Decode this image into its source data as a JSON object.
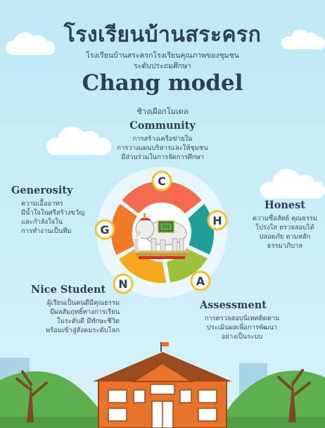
{
  "header": {
    "title": "โรงเรียนบ้านสระครก",
    "subtitle_line1": "โรงเรียนบ้านสระครกโรงเรียนคุณภาพของชุมชน",
    "subtitle_line2": "ระดับประถมศึกษา",
    "model_name": "Chang model",
    "model_subtitle": "ช้างเผือกโมเดล"
  },
  "sections": {
    "community": {
      "heading": "Community",
      "lines": [
        "การสร้างเครือข่ายใน",
        "การวางแผนบริหารและให้ชุมชน",
        "มีส่วนร่วมในการจัดการศึกษา"
      ]
    },
    "generosity": {
      "heading": "Generosity",
      "lines": [
        "ความเอื้ออาทร",
        "มีน้ำใจในศรีสร้างขวัญ",
        "และกำลังใจใน",
        "การทำงานเป็นทีม"
      ]
    },
    "honest": {
      "heading": "Honest",
      "lines": [
        "ความซื่อสัตย์ คุณธรรม",
        "โปร่งใส ตรวจสอบได้",
        "ปลอดภัย ตามหลัก",
        "ธรรมาภิบาล"
      ]
    },
    "nice_student": {
      "heading": "Nice Student",
      "lines": [
        "ผู้เรียนเป็นคนดีมีคุณธรรม",
        "มีผลสัมฤทธิ์ทางการเรียน",
        "ในระดับดี มีทักษะชีวิต",
        "พร้อมเข้าสู่สังคมระดับโลก"
      ]
    },
    "assessment": {
      "heading": "Assessment",
      "lines": [
        "การตรวจสอบนิเทศติดตาม",
        "ประเมินผลเพื่อการพัฒนา",
        "อย่างเป็นระบบ"
      ]
    }
  },
  "wheel": {
    "letters": [
      "C",
      "H",
      "A",
      "N",
      "G"
    ],
    "colors": {
      "c_segment": "#f26b4f",
      "h_segment": "#1f9e9a",
      "a_segment": "#9cc23b",
      "n_segment": "#f4a91d",
      "g_segment": "#f07b26",
      "badge_ring": "#f3c033"
    },
    "center_icon": "white-elephant-emblem"
  },
  "scene": {
    "building_icon": "school-building",
    "tree_icon": "tree",
    "colors": {
      "grass": "#5fb04f",
      "building": "#e8742c",
      "roof": "#9b4a1c",
      "trunk": "#7a4a2a"
    }
  }
}
